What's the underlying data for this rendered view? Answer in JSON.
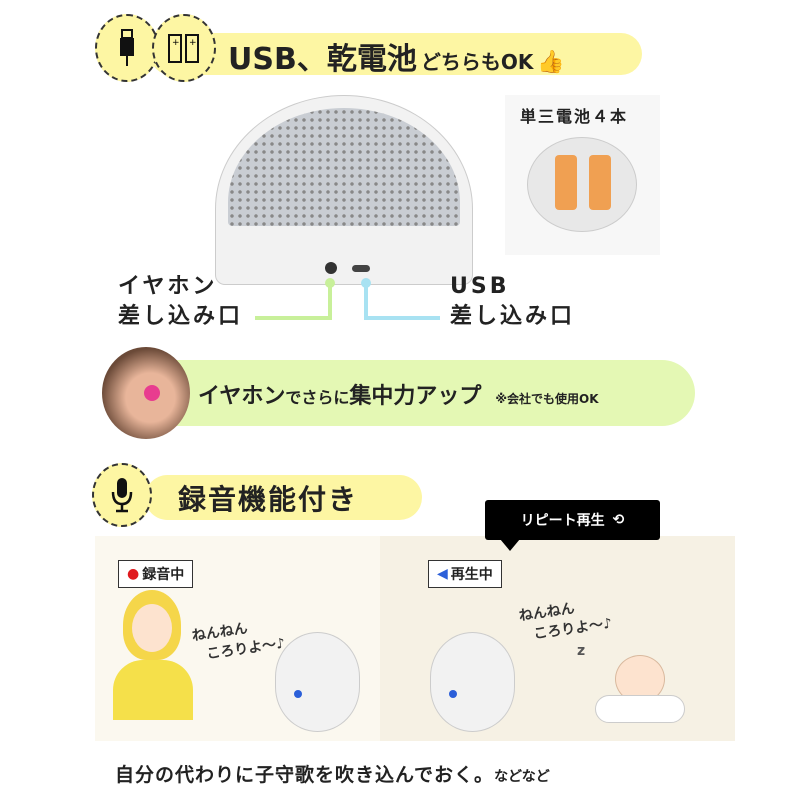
{
  "power": {
    "title_main": "USB、乾電池",
    "title_sub": "どちらもOK",
    "icons": [
      "usb-plug-icon",
      "battery-icon",
      "thumbs-up-icon"
    ],
    "battery_label": "単三電池４本"
  },
  "ports": {
    "earphone_line1": "イヤホン",
    "earphone_line2": "差し込み口",
    "usb_line1": "USB",
    "usb_line2": "差し込み口"
  },
  "earphone": {
    "text_main": "イヤホン",
    "text_mid": "でさらに",
    "text_end": "集中力アップ",
    "note": "※会社でも使用OK"
  },
  "recording": {
    "title": "録音機能付き",
    "icon": "microphone-icon",
    "repeat_label": "リピート再生",
    "repeat_icon": "repeat-icon",
    "rec_tag": "録音中",
    "play_tag": "再生中",
    "lullaby_1": "ねんねん",
    "lullaby_2": "ころりよ～♪"
  },
  "footer": {
    "text_main": "自分の代わりに子守歌を吹き込んでおく。",
    "text_sub": "などなど"
  },
  "colors": {
    "yellow": "#fdf6a3",
    "green": "#e4f8b4",
    "rec_red": "#e0191e",
    "play_blue": "#2b5fd9"
  }
}
